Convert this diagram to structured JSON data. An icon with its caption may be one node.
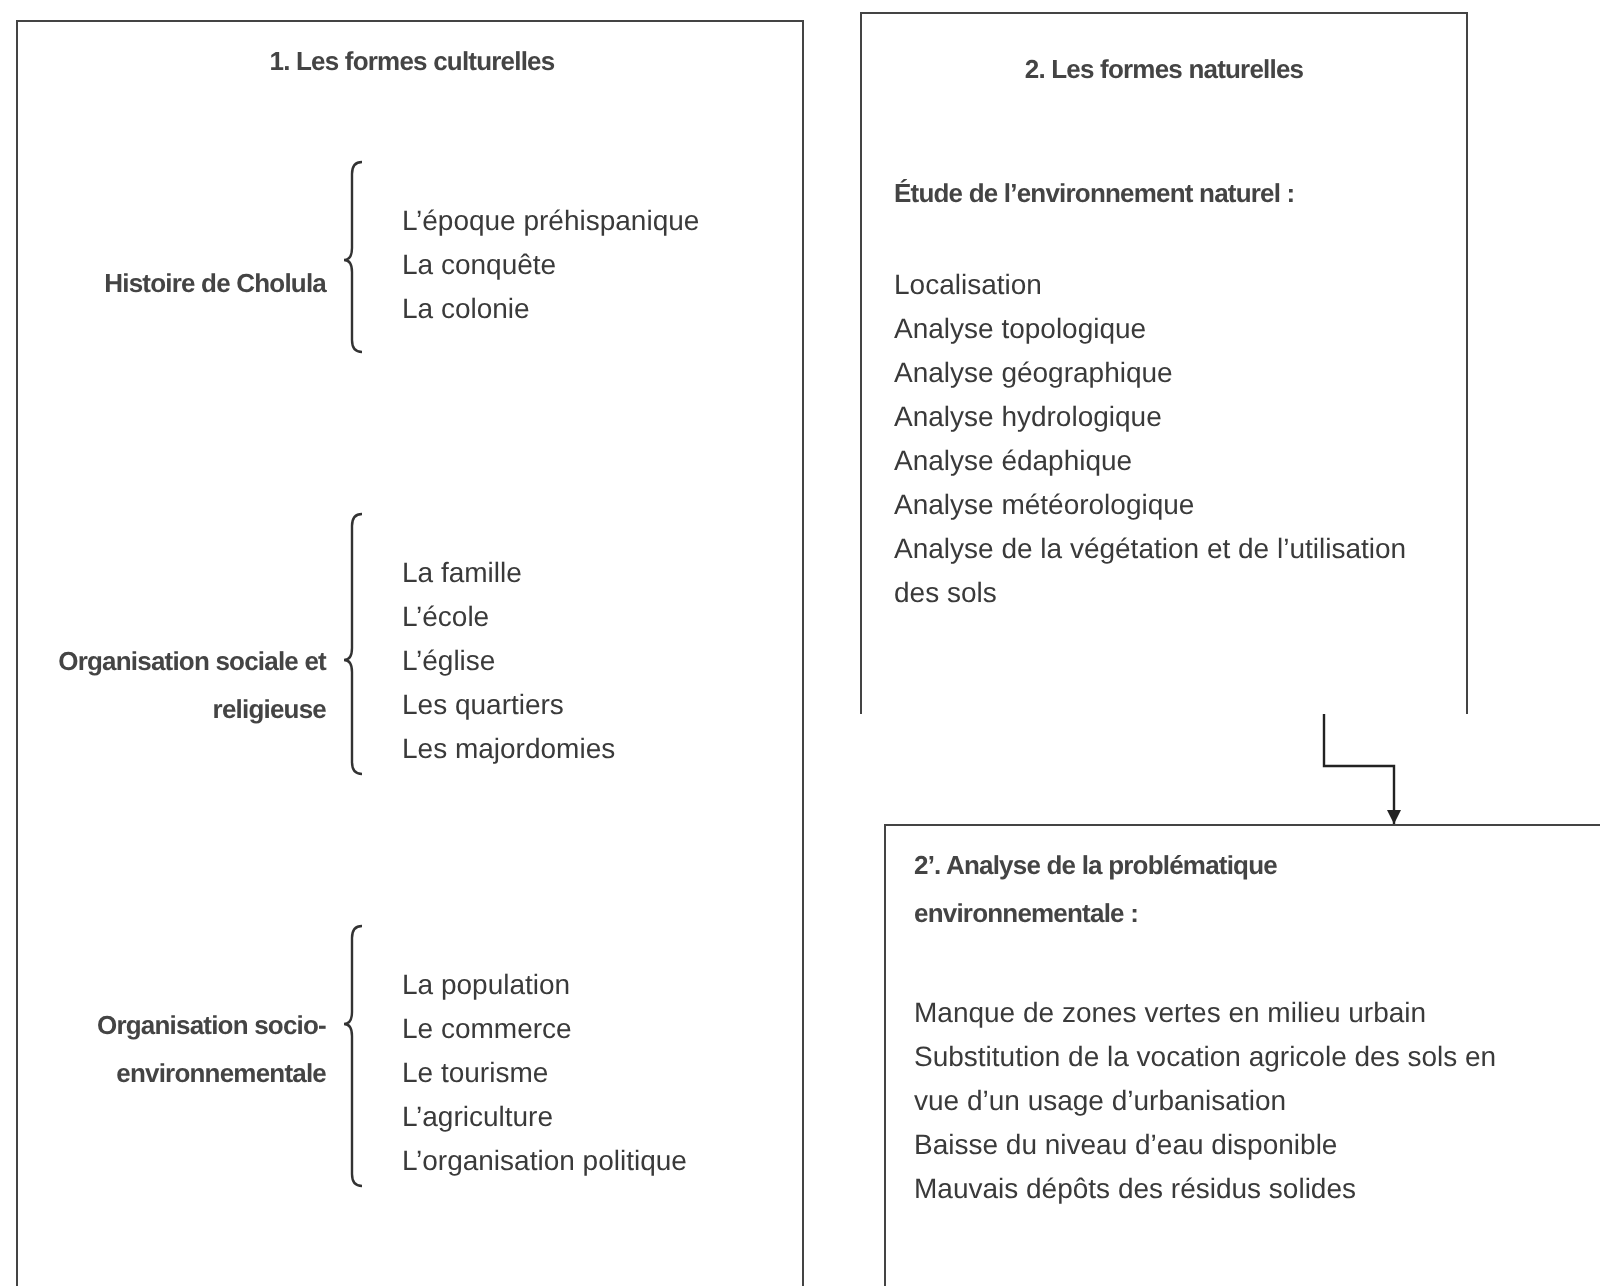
{
  "diagram": {
    "nodes": [
      {
        "text": [
          "1. Les formes culturelles",
          "Histoire de Cholula",
          "L’époque préhispanique",
          "La conquête",
          "La colonie",
          "Organisation sociale et religieuse",
          "La famille",
          "L’école",
          "L’église",
          "Les quartiers",
          "Les majordomies",
          "Organisation socio-environnementale",
          "La population",
          "Le commerce",
          "Le tourisme",
          "L’agriculture",
          "L’organisation politique"
        ]
      },
      {
        "text": [
          "2. Les formes naturelles",
          "Étude de l’environnement naturel :",
          "Localisation",
          "Analyse topologique",
          "Analyse géographique",
          "Analyse hydrologique",
          "Analyse édaphique",
          "Analyse météorologique",
          "Analyse de la végétation et de l’utilisation des sols"
        ]
      },
      {
        "text": [
          "2’. Analyse de la problématique environnementale :",
          "Manque de zones vertes en milieu urbain",
          "Substitution de la vocation agricole des sols en vue d’un usage d’urbanisation",
          "Baisse du niveau d’eau disponible",
          "Mauvais dépôts des résidus solides"
        ]
      }
    ],
    "edges": [
      {
        "from": 1,
        "to": 2,
        "arrow": "to"
      }
    ]
  }
}
